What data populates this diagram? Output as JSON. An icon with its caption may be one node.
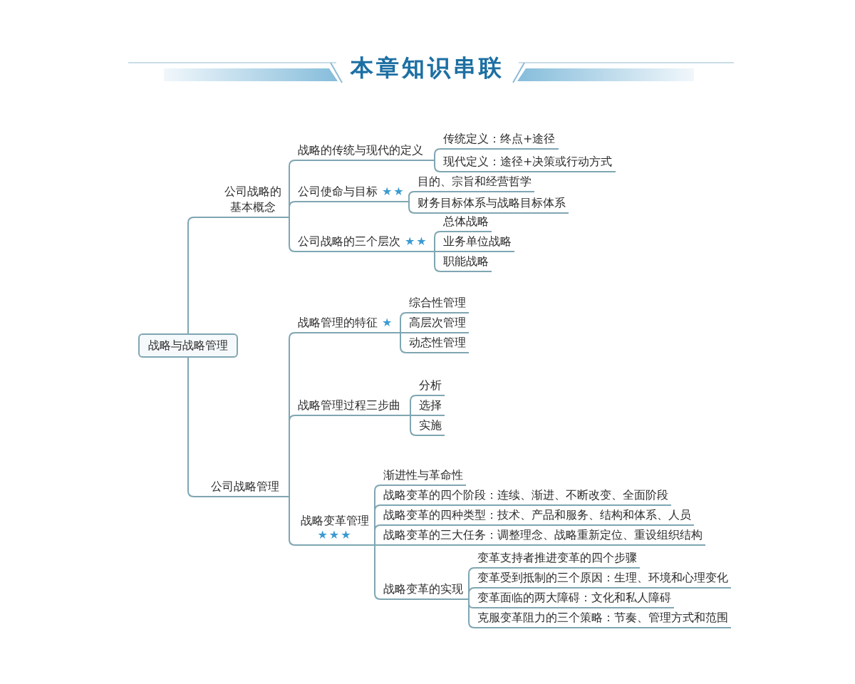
{
  "diagram": {
    "title": "本章知识串联",
    "nodes": [
      {
        "text": [
          "战略与战略管理"
        ]
      },
      {
        "text": [
          "公司战略的基本概念"
        ]
      },
      {
        "text": [
          "战略的传统与现代的定义"
        ]
      },
      {
        "text": [
          "传统定义：终点+途径"
        ]
      },
      {
        "text": [
          "现代定义：途径+决策或行动方式"
        ]
      },
      {
        "text": [
          "公司使命与目标",
          "★★"
        ]
      },
      {
        "text": [
          "目的、宗旨和经营哲学"
        ]
      },
      {
        "text": [
          "财务目标体系与战略目标体系"
        ]
      },
      {
        "text": [
          "公司战略的三个层次",
          "★★"
        ]
      },
      {
        "text": [
          "总体战略"
        ]
      },
      {
        "text": [
          "业务单位战略"
        ]
      },
      {
        "text": [
          "职能战略"
        ]
      },
      {
        "text": [
          "公司战略管理"
        ]
      },
      {
        "text": [
          "战略管理的特征",
          "★"
        ]
      },
      {
        "text": [
          "综合性管理"
        ]
      },
      {
        "text": [
          "高层次管理"
        ]
      },
      {
        "text": [
          "动态性管理"
        ]
      },
      {
        "text": [
          "战略管理过程三步曲"
        ]
      },
      {
        "text": [
          "分析"
        ]
      },
      {
        "text": [
          "选择"
        ]
      },
      {
        "text": [
          "实施"
        ]
      },
      {
        "text": [
          "战略变革管理",
          "★★★"
        ]
      },
      {
        "text": [
          "渐进性与革命性"
        ]
      },
      {
        "text": [
          "战略变革的四个阶段：连续、渐进、不断改变、全面阶段"
        ]
      },
      {
        "text": [
          "战略变革的四种类型：技术、产品和服务、结构和体系、人员"
        ]
      },
      {
        "text": [
          "战略变革的三大任务：调整理念、战略重新定位、重设组织结构"
        ]
      },
      {
        "text": [
          "战略变革的实现"
        ]
      },
      {
        "text": [
          "变革支持者推进变革的四个步骤"
        ]
      },
      {
        "text": [
          "变革受到抵制的三个原因：生理、环境和心理变化"
        ]
      },
      {
        "text": [
          "变革面临的两大障碍：文化和私人障碍"
        ]
      },
      {
        "text": [
          "克服变革阻力的三个策略：节奏、管理方式和范围"
        ]
      }
    ],
    "edges": [
      {
        "from": 0,
        "to": 1,
        "arrow": "none"
      },
      {
        "from": 0,
        "to": 12,
        "arrow": "none"
      },
      {
        "from": 1,
        "to": 2,
        "arrow": "none"
      },
      {
        "from": 1,
        "to": 5,
        "arrow": "none"
      },
      {
        "from": 1,
        "to": 8,
        "arrow": "none"
      },
      {
        "from": 2,
        "to": 3,
        "arrow": "none"
      },
      {
        "from": 2,
        "to": 4,
        "arrow": "none"
      },
      {
        "from": 5,
        "to": 6,
        "arrow": "none"
      },
      {
        "from": 5,
        "to": 7,
        "arrow": "none"
      },
      {
        "from": 8,
        "to": 9,
        "arrow": "none"
      },
      {
        "from": 8,
        "to": 10,
        "arrow": "none"
      },
      {
        "from": 8,
        "to": 11,
        "arrow": "none"
      },
      {
        "from": 12,
        "to": 13,
        "arrow": "none"
      },
      {
        "from": 12,
        "to": 17,
        "arrow": "none"
      },
      {
        "from": 12,
        "to": 21,
        "arrow": "none"
      },
      {
        "from": 13,
        "to": 14,
        "arrow": "none"
      },
      {
        "from": 13,
        "to": 15,
        "arrow": "none"
      },
      {
        "from": 13,
        "to": 16,
        "arrow": "none"
      },
      {
        "from": 17,
        "to": 18,
        "arrow": "none"
      },
      {
        "from": 17,
        "to": 19,
        "arrow": "none"
      },
      {
        "from": 17,
        "to": 20,
        "arrow": "none"
      },
      {
        "from": 21,
        "to": 22,
        "arrow": "none"
      },
      {
        "from": 21,
        "to": 23,
        "arrow": "none"
      },
      {
        "from": 21,
        "to": 24,
        "arrow": "none"
      },
      {
        "from": 21,
        "to": 25,
        "arrow": "none"
      },
      {
        "from": 21,
        "to": 26,
        "arrow": "none"
      },
      {
        "from": 26,
        "to": 27,
        "arrow": "none"
      },
      {
        "from": 26,
        "to": 28,
        "arrow": "none"
      },
      {
        "from": 26,
        "to": 29,
        "arrow": "none"
      },
      {
        "from": 26,
        "to": 30,
        "arrow": "none"
      }
    ]
  }
}
